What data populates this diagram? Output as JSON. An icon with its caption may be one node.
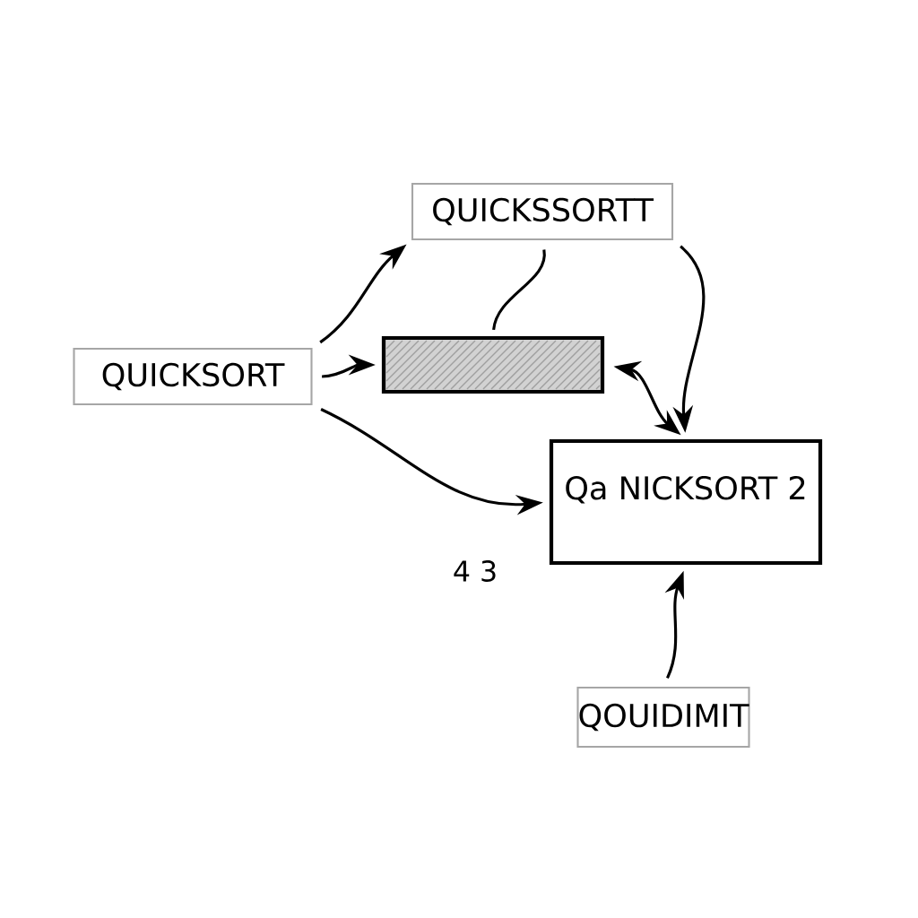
{
  "diagram": {
    "nodes": [
      {
        "text": [
          "QUICKSSORTT"
        ]
      },
      {
        "text": [
          "QUICKSORT"
        ]
      },
      {
        "text": [],
        "shape": "bar"
      },
      {
        "text": [
          "Qa NICKSORT 2"
        ]
      },
      {
        "text": [
          "QOUIDIMIT"
        ]
      }
    ],
    "edges": [
      {
        "from": 1,
        "to": 0,
        "arrow": "to"
      },
      {
        "from": 1,
        "to": 2,
        "arrow": "to"
      },
      {
        "from": 1,
        "to": 3,
        "arrow": "to"
      },
      {
        "from": 0,
        "to": 3,
        "arrow": "to"
      },
      {
        "from": 2,
        "to": 3,
        "arrow": "both"
      },
      {
        "from": 4,
        "to": 3,
        "arrow": "to"
      },
      {
        "from": 0,
        "to": 2,
        "arrow": "none"
      }
    ],
    "labels": [
      "4 3"
    ]
  }
}
